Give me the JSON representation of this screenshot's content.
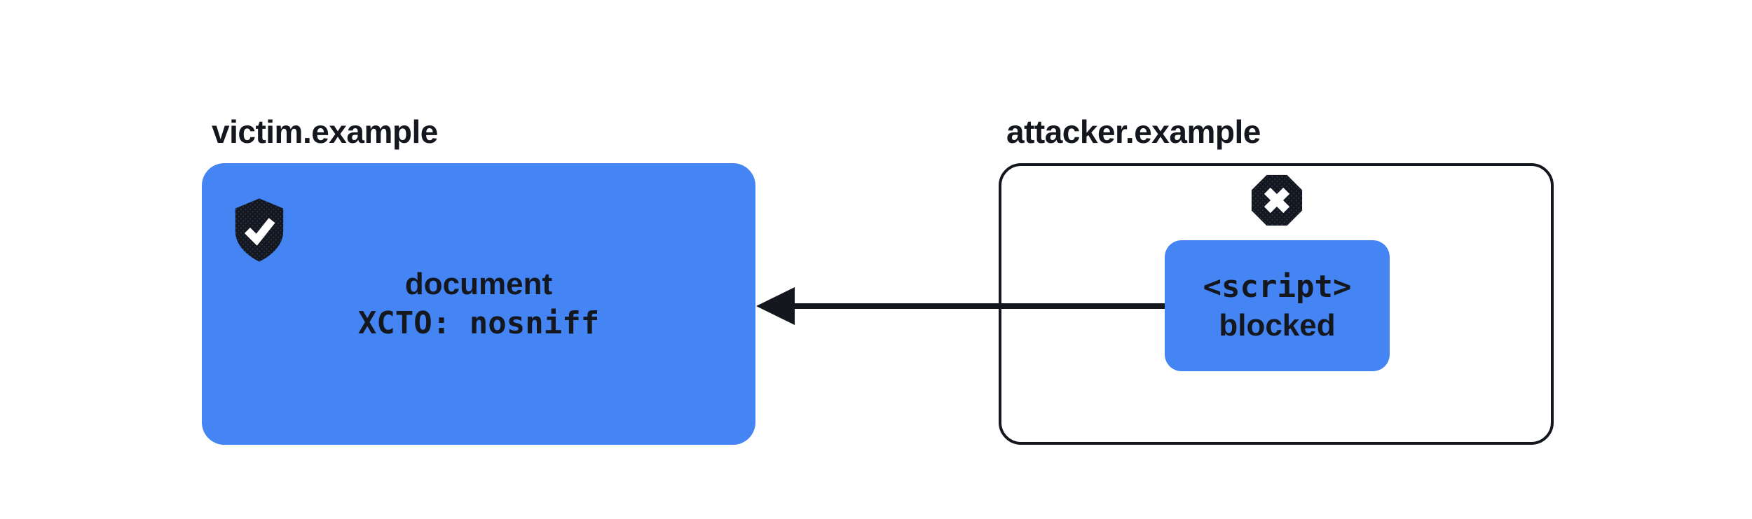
{
  "colors": {
    "blue": "#4484F3",
    "ink": "#14171D",
    "background": "#FFFFFF"
  },
  "victim": {
    "label": "victim.example",
    "doc_line": "document",
    "header_line": "XCTO: nosniff",
    "icon": "shield-check-icon"
  },
  "attacker": {
    "label": "attacker.example",
    "script_line": "<script>",
    "blocked_line": "blocked",
    "icon": "blocked-octagon-icon"
  },
  "arrow": {
    "direction": "right-to-left",
    "from": "script-box",
    "to": "victim-document-box"
  }
}
